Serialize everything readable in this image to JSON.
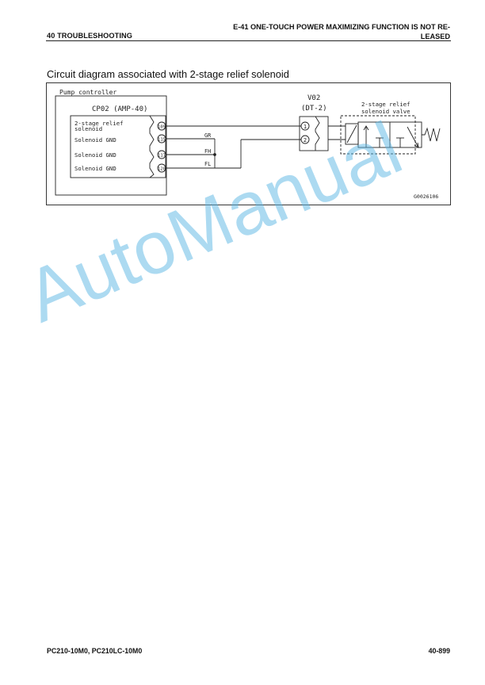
{
  "header": {
    "section": "40 TROUBLESHOOTING",
    "title_line1": "E-41 ONE-TOUCH POWER MAXIMIZING FUNCTION IS NOT RE-",
    "title_line2": "LEASED"
  },
  "section_title": "Circuit diagram associated with 2-stage relief solenoid",
  "diagram": {
    "controller_label": "Pump controller",
    "connector_cp": "CP02 (AMP-40)",
    "pins": [
      {
        "label": "2-stage relief",
        "label2": "solenoid",
        "pin": "109",
        "wire": ""
      },
      {
        "label": "Solenoid GND",
        "label2": "",
        "pin": "115",
        "wire": "GR"
      },
      {
        "label": "Solenoid GND",
        "label2": "",
        "pin": "117",
        "wire": "FH"
      },
      {
        "label": "Solenoid GND",
        "label2": "",
        "pin": "120",
        "wire": "FL"
      }
    ],
    "connector_v": "V02",
    "connector_v_type": "(DT-2)",
    "v_pins": [
      "1",
      "2"
    ],
    "valve_label1": "2-stage relief",
    "valve_label2": "solenoid valve",
    "figure_id": "G0026106"
  },
  "watermark": "AutoManual",
  "footer": {
    "model": "PC210-10M0, PC210LC-10M0",
    "page": "40-899"
  }
}
